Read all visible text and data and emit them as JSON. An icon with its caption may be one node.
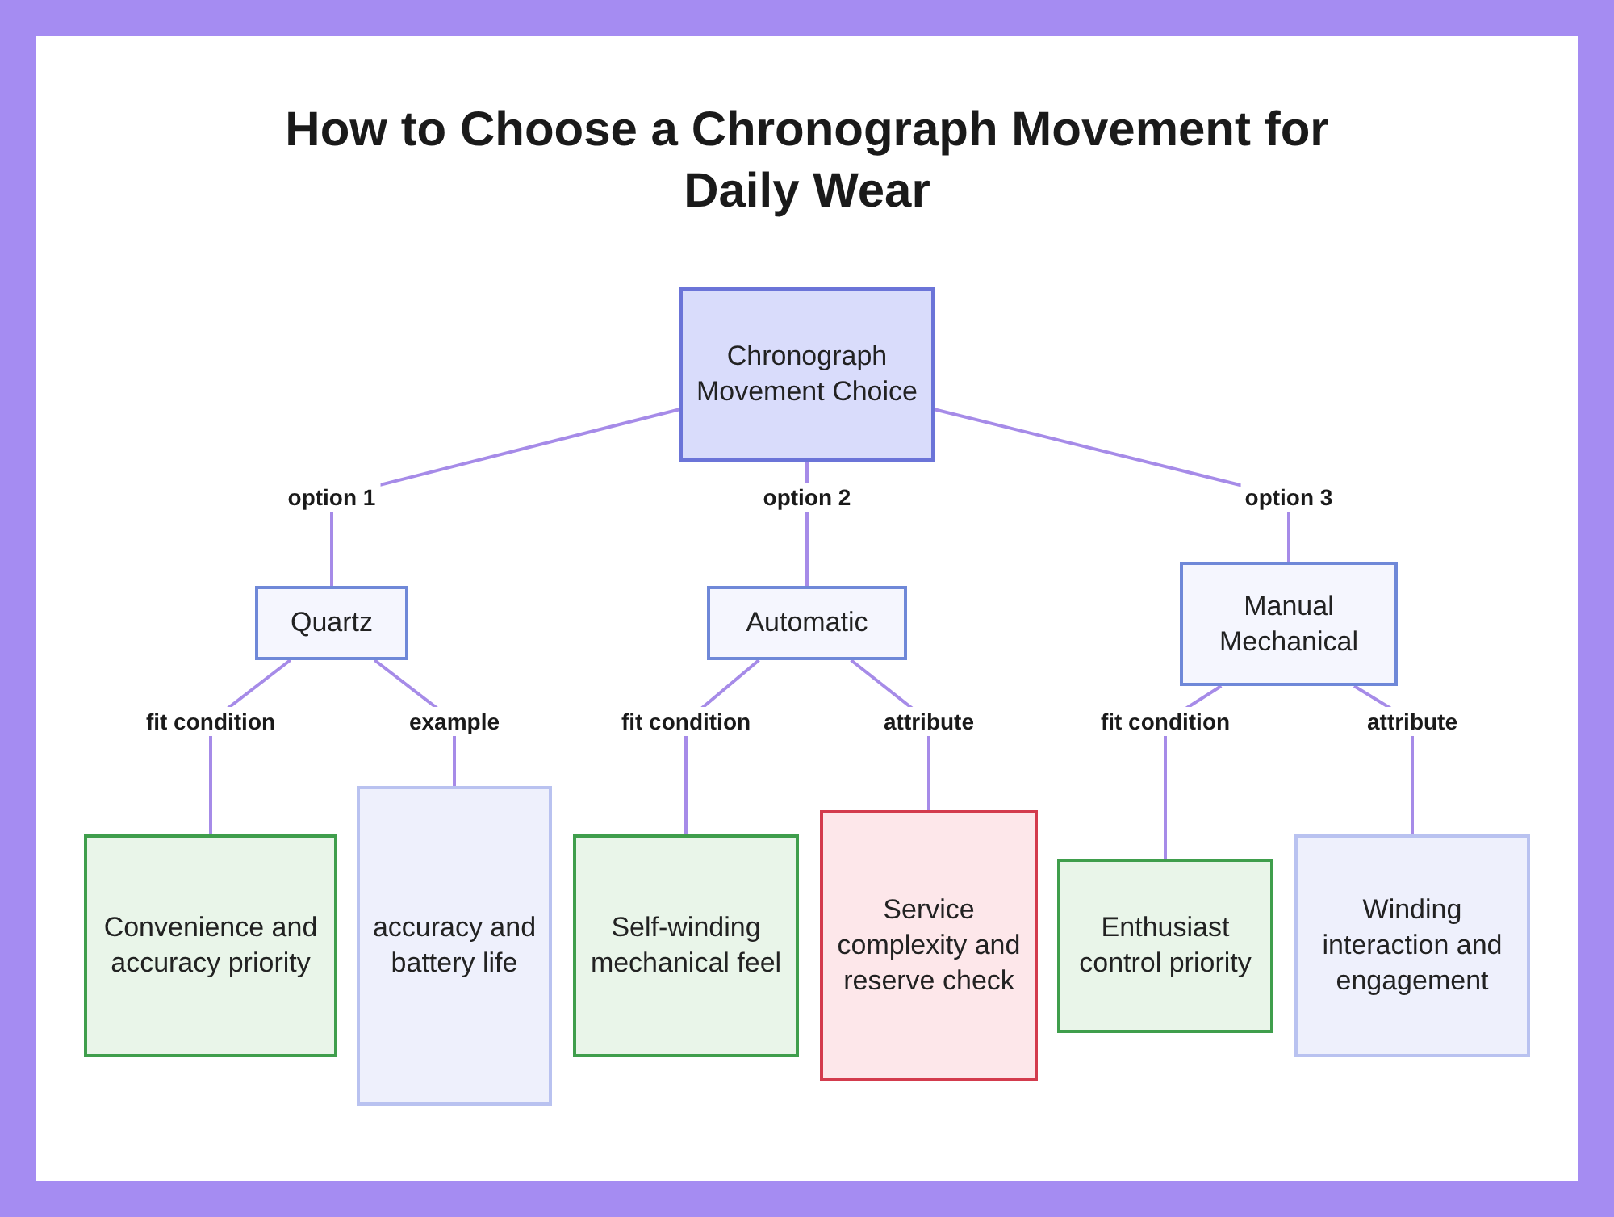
{
  "diagram": {
    "title": "How to Choose a Chronograph Movement for Daily Wear",
    "nodes": [
      {
        "text": [
          "Chronograph Movement Choice"
        ]
      },
      {
        "text": [
          "Quartz"
        ]
      },
      {
        "text": [
          "Automatic"
        ]
      },
      {
        "text": [
          "Manual Mechanical"
        ]
      },
      {
        "text": [
          "Convenience and accuracy priority"
        ]
      },
      {
        "text": [
          "accuracy and battery life"
        ]
      },
      {
        "text": [
          "Self-winding mechanical feel"
        ]
      },
      {
        "text": [
          "Service complexity and reserve check"
        ]
      },
      {
        "text": [
          "Enthusiast control priority"
        ]
      },
      {
        "text": [
          "Winding interaction and engagement"
        ]
      }
    ],
    "edges": [
      {
        "from": 0,
        "to": 1,
        "arrow": "none",
        "label": "option 1"
      },
      {
        "from": 0,
        "to": 2,
        "arrow": "none",
        "label": "option 2"
      },
      {
        "from": 0,
        "to": 3,
        "arrow": "none",
        "label": "option 3"
      },
      {
        "from": 1,
        "to": 4,
        "arrow": "none",
        "label": "fit condition"
      },
      {
        "from": 1,
        "to": 5,
        "arrow": "none",
        "label": "example"
      },
      {
        "from": 2,
        "to": 6,
        "arrow": "none",
        "label": "fit condition"
      },
      {
        "from": 2,
        "to": 7,
        "arrow": "none",
        "label": "attribute"
      },
      {
        "from": 3,
        "to": 8,
        "arrow": "none",
        "label": "fit condition"
      },
      {
        "from": 3,
        "to": 9,
        "arrow": "none",
        "label": "attribute"
      }
    ]
  }
}
